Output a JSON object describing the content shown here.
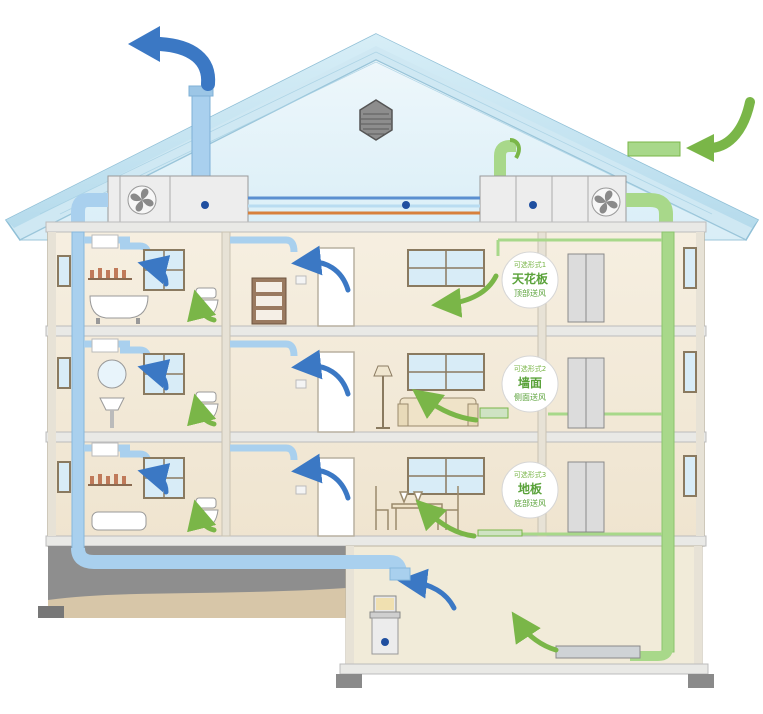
{
  "callouts": [
    {
      "small": "可选形式1",
      "big": "天花板",
      "sub": "顶部送风"
    },
    {
      "small": "可选形式2",
      "big": "墙面",
      "sub": "侧面送风"
    },
    {
      "small": "可选形式3",
      "big": "地板",
      "sub": "底部送风"
    }
  ],
  "colors": {
    "exhaust": "#3b78c4",
    "exhaust_duct": "#a9d0ee",
    "fresh": "#7ab648",
    "fresh_duct": "#a8d88a",
    "roof": "#bfe0ee",
    "wall": "#f3ead9",
    "floor_slab": "#e9e9e6",
    "unit_body": "#ededed"
  },
  "icons": {
    "exhaust_arrow": "curved-blue-arrow-icon",
    "fresh_arrow": "curved-green-arrow-icon",
    "fan": "fan-icon",
    "grille": "vent-grille-icon"
  }
}
